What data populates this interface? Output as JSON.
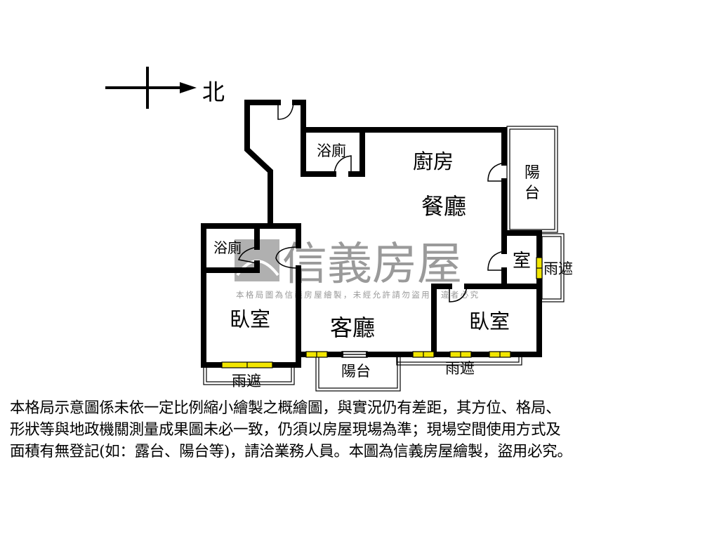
{
  "compass": {
    "label": "北",
    "icon": "north-arrow-icon"
  },
  "watermark": {
    "brand": "信義房屋",
    "notice": "本格局圖為信義房屋繪製，未經允許請勿盜用，違者必究",
    "color": "#9a9a9a"
  },
  "rooms": {
    "bath_top": "浴廁",
    "kitchen": "廚房",
    "balcony_right_1": "陽",
    "balcony_right_2": "台",
    "dining": "餐廳",
    "small_room": "室",
    "awning_right": "雨遮",
    "bath_left": "浴廁",
    "living": "客廳",
    "bedroom_left": "臥室",
    "bedroom_right": "臥室",
    "balcony_bottom": "陽台",
    "awning_bottom": "雨遮",
    "awning_left": "雨遮"
  },
  "colors": {
    "wall": "#000000",
    "window": "#f2e600"
  },
  "disclaimer": {
    "lines": [
      "本格局示意圖係未依一定比例縮小繪製之概繪圖，與實況仍有差距，其方位、格局、",
      "形狀等與地政機關測量成果圖未必一致，仍須以房屋現場為準；現場空間使用方式及",
      "面積有無登記(如：露台、陽台等)，請洽業務人員。本圖為信義房屋繪製，盜用必究。"
    ]
  }
}
